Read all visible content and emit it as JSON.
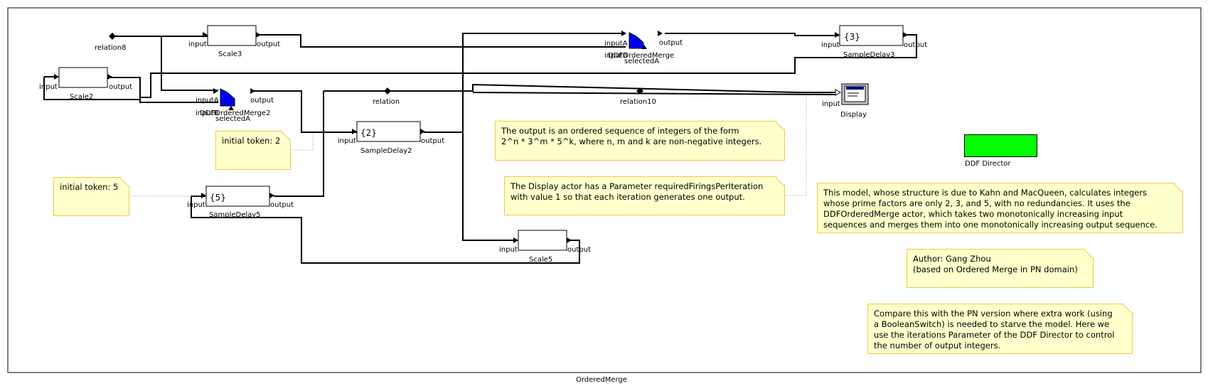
{
  "title": "OrderedMerge",
  "director": {
    "label": "DDF Director",
    "color": "#00ff00"
  },
  "actors": {
    "scale3": {
      "name": "Scale3",
      "in": "input",
      "out": "output"
    },
    "scale2": {
      "name": "Scale2",
      "in": "input",
      "out": "output"
    },
    "scale5": {
      "name": "Scale5",
      "in": "input",
      "out": "output"
    },
    "sampleDelay2": {
      "name": "SampleDelay2",
      "value": "{2}",
      "in": "input",
      "out": "output"
    },
    "sampleDelay5": {
      "name": "SampleDelay5",
      "value": "{5}",
      "in": "input",
      "out": "output"
    },
    "sampleDelay3": {
      "name": "SampleDelay3",
      "value": "{3}",
      "in": "input",
      "out": "output"
    },
    "display": {
      "name": "Display",
      "in": "input"
    },
    "merge1": {
      "name": "DDFOrderedMerge",
      "inA": "inputA",
      "inB": "inputB",
      "out": "output",
      "sel": "selectedA"
    },
    "merge2": {
      "name": "DDFOrderedMerge2",
      "inA": "inputA",
      "inB": "inputB",
      "out": "output",
      "sel": "selectedA"
    }
  },
  "relations": {
    "r8": "relation8",
    "r": "relation",
    "r10": "relation10"
  },
  "notes": {
    "initial2": "initial token: 2",
    "initial5": "initial token: 5",
    "output": "The output is an ordered sequence of integers of the form\n2^n * 3^m * 5^k, where n, m and k are non-negative integers.",
    "display": "The Display actor has a Parameter requiredFiringsPerIteration\nwith value 1 so that each iteration generates one output.",
    "model": "This model, whose structure is due to Kahn and MacQueen, calculates integers\nwhose prime factors are only 2, 3, and 5, with no redundancies. It uses the\nDDFOrderedMerge actor, which takes two monotonically increasing input\nsequences and merges them into one monotonically increasing output sequence.",
    "author": "Author: Gang Zhou\n(based on Ordered Merge in PN domain)",
    "compare": "Compare this with the PN version where extra work (using\na BooleanSwitch) is needed to starve the model. Here we\nuse the iterations Parameter of the DDF Director to control\nthe number of output integers."
  }
}
